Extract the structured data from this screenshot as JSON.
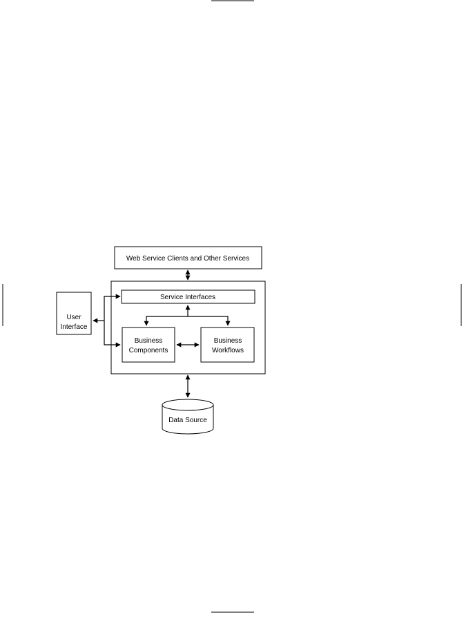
{
  "diagram": {
    "colors": {
      "stroke": "#000000",
      "fill": "#ffffff"
    },
    "boxes": {
      "web_clients": "Web Service Clients and Other Services",
      "user_interface": [
        "User",
        "Interface"
      ],
      "service_interfaces": "Service Interfaces",
      "business_components": [
        "Business",
        "Components"
      ],
      "business_workflows": [
        "Business",
        "Workflows"
      ],
      "data_source": "Data Source"
    }
  }
}
